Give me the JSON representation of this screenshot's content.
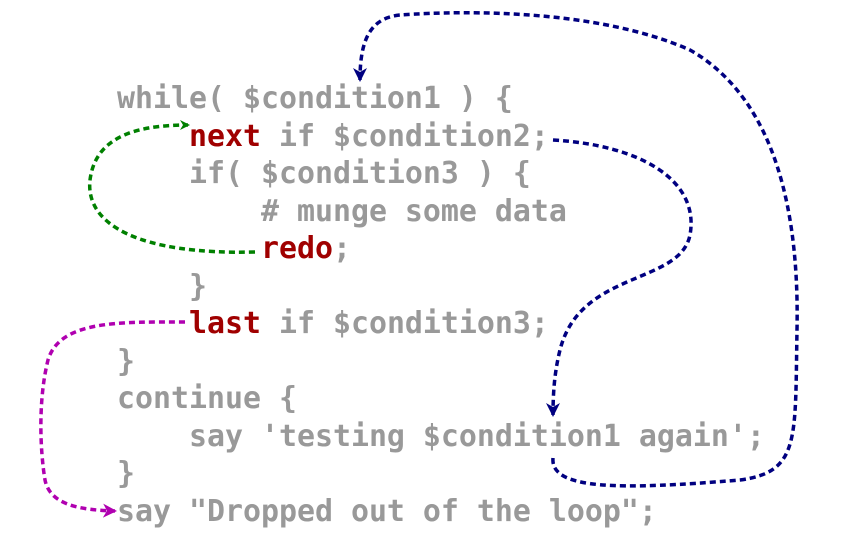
{
  "colors": {
    "code": "#999999",
    "keyword": "#a00000",
    "next_arrow": "#008000",
    "redo_arrow": "#008000",
    "loop_arrow": "#000080",
    "last_arrow": "#b000b0"
  },
  "code_lines": [
    [
      {
        "t": "while( $condition1 ) {",
        "kw": false
      }
    ],
    [
      {
        "t": "    ",
        "kw": false
      },
      {
        "t": "next",
        "kw": true
      },
      {
        "t": " if $condition2;",
        "kw": false
      }
    ],
    [
      {
        "t": "    if( $condition3 ) {",
        "kw": false
      }
    ],
    [
      {
        "t": "        # munge some data",
        "kw": false
      }
    ],
    [
      {
        "t": "        ",
        "kw": false
      },
      {
        "t": "redo",
        "kw": true
      },
      {
        "t": ";",
        "kw": false
      }
    ],
    [
      {
        "t": "    }",
        "kw": false
      }
    ],
    [
      {
        "t": "    ",
        "kw": false
      },
      {
        "t": "last",
        "kw": true
      },
      {
        "t": " if $condition3;",
        "kw": false
      }
    ],
    [
      {
        "t": "}",
        "kw": false
      }
    ],
    [
      {
        "t": "continue {",
        "kw": false
      }
    ],
    [
      {
        "t": "    say 'testing $condition1 again';",
        "kw": false
      }
    ],
    [
      {
        "t": "}",
        "kw": false
      }
    ],
    [
      {
        "t": "say \"Dropped out of the loop\";",
        "kw": false
      }
    ]
  ]
}
